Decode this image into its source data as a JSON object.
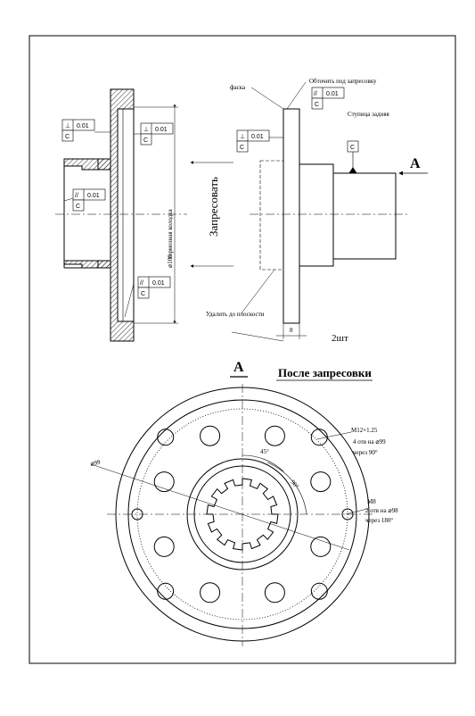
{
  "labels": {
    "chamfer": "фаска",
    "grind_after_press": "Обточить под запресовку",
    "hub_step": "Ступица задняя",
    "press_fit": "Запресовать",
    "brake_disc": "тормозная колодка",
    "dia_100": "⌀100",
    "remove_to_plane": "Удалить до плоскости",
    "qty": "2шт",
    "dim_8": "8",
    "view_letter": "A",
    "after_press": "После запресовки",
    "m12": "M12×1.25",
    "m12_note_1": "4 отв на ⌀99",
    "m12_note_2": "через 90°",
    "m8": "M8",
    "m8_note_1": "2 отв на ⌀98",
    "m8_note_2": "через 180°",
    "dia_99": "⌀99",
    "angle_45": "45°",
    "angle_90": "90°"
  },
  "tolerances": {
    "perp_left_1": {
      "symbol": "⊥",
      "value": "0.01",
      "base": "C"
    },
    "perp_left_2": {
      "symbol": "⊥",
      "value": "0.01",
      "base": "C"
    },
    "par_left_1": {
      "symbol": "//",
      "value": "0.01",
      "base": "C"
    },
    "par_left_2": {
      "symbol": "//",
      "value": "0.01",
      "base": "C"
    },
    "par_right": {
      "symbol": "//",
      "value": "0.01",
      "base": "C"
    },
    "perp_right": {
      "symbol": "⊥",
      "value": "0.01",
      "base": "C"
    },
    "datum": "C"
  }
}
